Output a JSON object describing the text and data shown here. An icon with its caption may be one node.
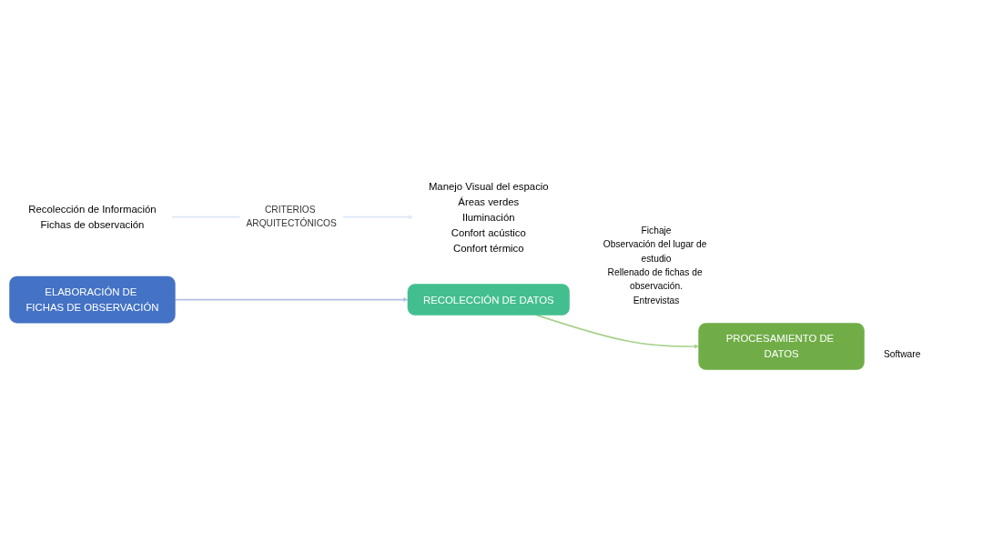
{
  "diagram": {
    "nodes": [
      {
        "text": [
          "ELABORACIÓN DE FICHAS DE OBSERVACIÓN"
        ]
      },
      {
        "text": [
          "Recolección de Información",
          "Fichas de observación"
        ]
      },
      {
        "text": [
          "Manejo Visual del espacio",
          "Áreas verdes",
          "Iluminación",
          "Confort acústico",
          "Confort térmico"
        ]
      },
      {
        "text": [
          "RECOLECCIÓN DE DATOS"
        ],
        "beside": [
          "Fichaje",
          "Observación del lugar de estudio",
          "Rellenado de fichas de observación.",
          "Entrevistas"
        ]
      },
      {
        "text": [
          "PROCESAMIENTO DE DATOS"
        ],
        "beside": [
          "Software"
        ]
      }
    ],
    "edges": [
      {
        "from": 0,
        "to": 3,
        "arrow": "to",
        "color": "#b4c0e4"
      },
      {
        "from": 1,
        "to": 2,
        "arrow": "to",
        "color": "#dde8f5",
        "label": "CRITERIOS ARQUITECTÓNICOS"
      },
      {
        "from": 3,
        "to": 4,
        "arrow": "to",
        "color": "#a9d18e"
      }
    ]
  }
}
